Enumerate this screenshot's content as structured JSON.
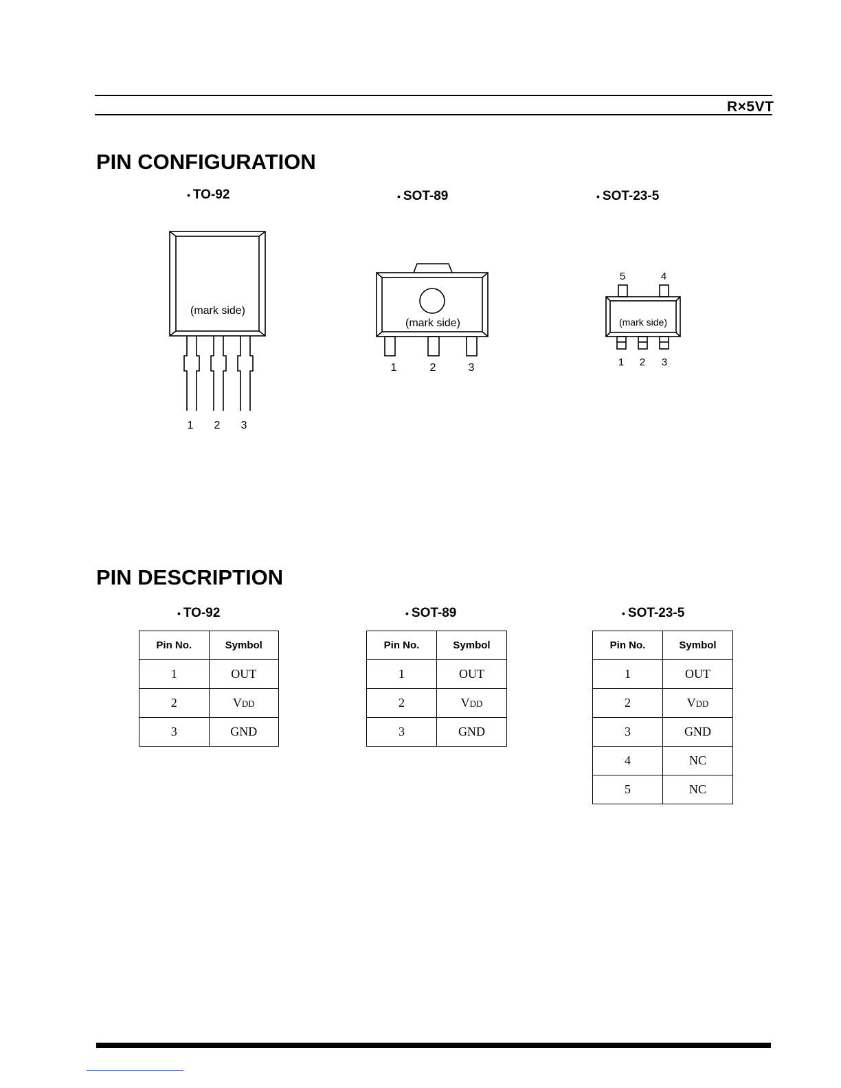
{
  "header": {
    "code": "R×5VT"
  },
  "pin_configuration": {
    "title": "PIN CONFIGURATION",
    "packages": [
      {
        "name": "TO-92",
        "mark": "(mark side)",
        "pins": [
          "1",
          "2",
          "3"
        ]
      },
      {
        "name": "SOT-89",
        "mark": "(mark side)",
        "pins": [
          "1",
          "2",
          "3"
        ]
      },
      {
        "name": "SOT-23-5",
        "mark": "(mark side)",
        "top_pins": [
          "5",
          "4"
        ],
        "bottom_pins": [
          "1",
          "2",
          "3"
        ]
      }
    ]
  },
  "pin_description": {
    "title": "PIN DESCRIPTION",
    "bullet": "•",
    "tables": [
      {
        "package": "TO-92",
        "headers": [
          "Pin No.",
          "Symbol"
        ],
        "rows": [
          [
            "1",
            "OUT"
          ],
          [
            "2",
            "VDD"
          ],
          [
            "3",
            "GND"
          ]
        ]
      },
      {
        "package": "SOT-89",
        "headers": [
          "Pin No.",
          "Symbol"
        ],
        "rows": [
          [
            "1",
            "OUT"
          ],
          [
            "2",
            "VDD"
          ],
          [
            "3",
            "GND"
          ]
        ]
      },
      {
        "package": "SOT-23-5",
        "headers": [
          "Pin No.",
          "Symbol"
        ],
        "rows": [
          [
            "1",
            "OUT"
          ],
          [
            "2",
            "VDD"
          ],
          [
            "3",
            "GND"
          ],
          [
            "4",
            "NC"
          ],
          [
            "5",
            "NC"
          ]
        ]
      }
    ]
  }
}
